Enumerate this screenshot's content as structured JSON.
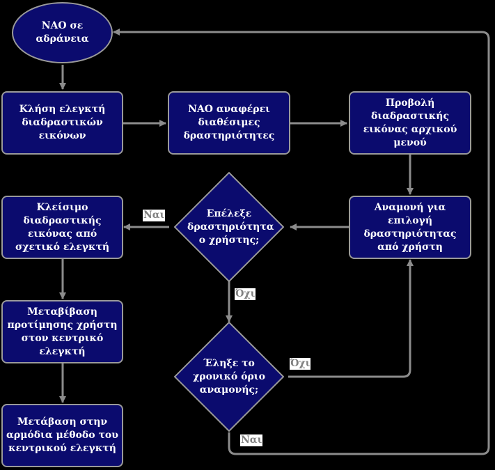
{
  "colors": {
    "background": "#000000",
    "node_fill": "#0b0b6e",
    "node_border": "#9a9a9a",
    "edge": "#8c8c8c",
    "text": "#ffffff",
    "edge_label_text": "#808080"
  },
  "nodes": {
    "start": "NAO σε αδράνεια",
    "call_controller": "Κλήση ελεγκτή διαδραστικών εικόνων",
    "nao_reports": "NAO αναφέρει διαθέσιμες δραστηριότητες",
    "show_menu": "Προβολή διαδραστικής εικόνας αρχικού μενού",
    "wait_selection": "Αναμονή για επιλογή δραστηριότητας από χρήστη",
    "user_selected": "Επέλεξε δραστηριότητα ο χρήστης;",
    "timeout": "Έληξε το χρονικό όριο αναμονής;",
    "close_image": "Κλείσιμο διαδραστικής εικόνας από σχετικό ελεγκτή",
    "pass_preference": "Μεταβίβαση προτίμησης χρήστη στον κεντρικό ελεγκτή",
    "go_method": "Μετάβαση στην αρμόδια μέθοδο του κεντρικού ελεγκτή"
  },
  "edge_labels": {
    "selected_yes": "Ναι",
    "selected_no": "Όχι",
    "timeout_no": "Όχι",
    "timeout_yes": "Ναι"
  }
}
